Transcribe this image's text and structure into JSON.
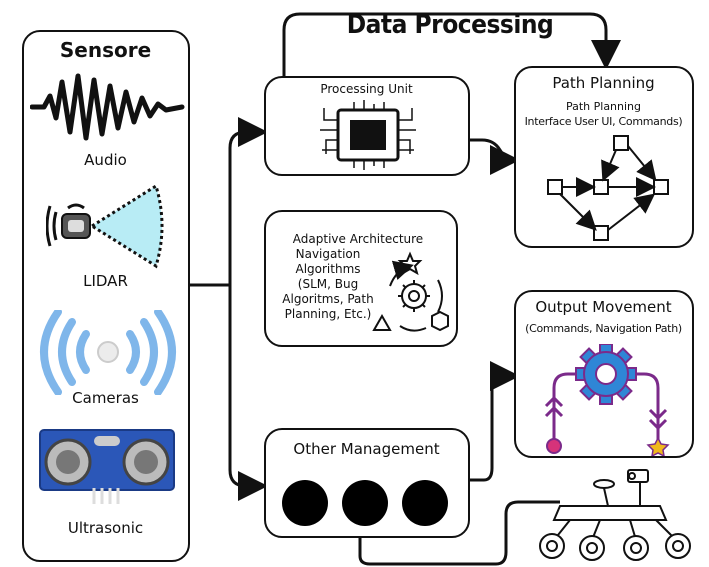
{
  "title": "Data Processing",
  "sensors": {
    "heading": "Sensore",
    "audio": "Audio",
    "lidar": "LIDAR",
    "cameras": "Cameras",
    "ultrasonic": "Ultrasonic"
  },
  "processing_unit": {
    "label": "Processing Unit"
  },
  "adaptive": {
    "lines": [
      "Adaptive Architecture",
      "Navigation",
      "Algorithms",
      "(SLM, Bug",
      "Algoritms, Path",
      "Planning, Etc.)"
    ]
  },
  "other_management": {
    "label": "Other Management"
  },
  "path_planning": {
    "title": "Path Planning",
    "sub1": "Path Planning",
    "sub2": "Interface User UI, Commands)"
  },
  "output_movement": {
    "title": "Output  Movement",
    "sub": "(Commands, Navigation Path)"
  },
  "colors": {
    "lidar_beam": "#b8ecf5",
    "wifi_blue": "#7fb6ea",
    "ultrasonic_board": "#2b57b8",
    "gear_blue": "#2f86d6",
    "path_purple": "#7b2a8a",
    "start_pink": "#d6337a",
    "goal_star": "#f0b81c"
  }
}
